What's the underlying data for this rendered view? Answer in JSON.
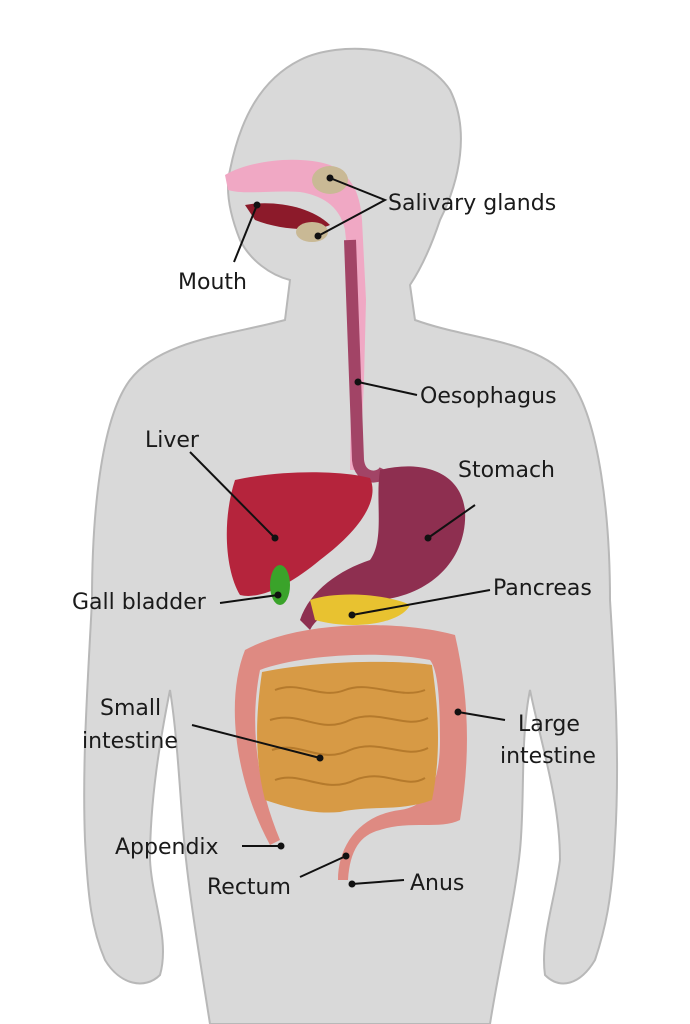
{
  "labels": {
    "salivary_glands": "Salivary glands",
    "mouth": "Mouth",
    "oesophagus": "Oesophagus",
    "liver": "Liver",
    "stomach": "Stomach",
    "gall_bladder": "Gall bladder",
    "pancreas": "Pancreas",
    "small_intestine_1": "Small",
    "small_intestine_2": "intestine",
    "large_intestine_1": "Large",
    "large_intestine_2": "intestine",
    "appendix": "Appendix",
    "rectum": "Rectum",
    "anus": "Anus"
  },
  "colors": {
    "body": "#d9d9d9",
    "body_outline": "#b8b8b8",
    "liver": "#b5243c",
    "stomach": "#8e2f50",
    "oesophagus": "#a24466",
    "gall_bladder": "#3aa32a",
    "pancreas": "#e8c230",
    "small_intestine": "#d79a45",
    "large_intestine": "#de8a82",
    "salivary": "#c9b995",
    "mouth_pink": "#f0a8c4"
  }
}
